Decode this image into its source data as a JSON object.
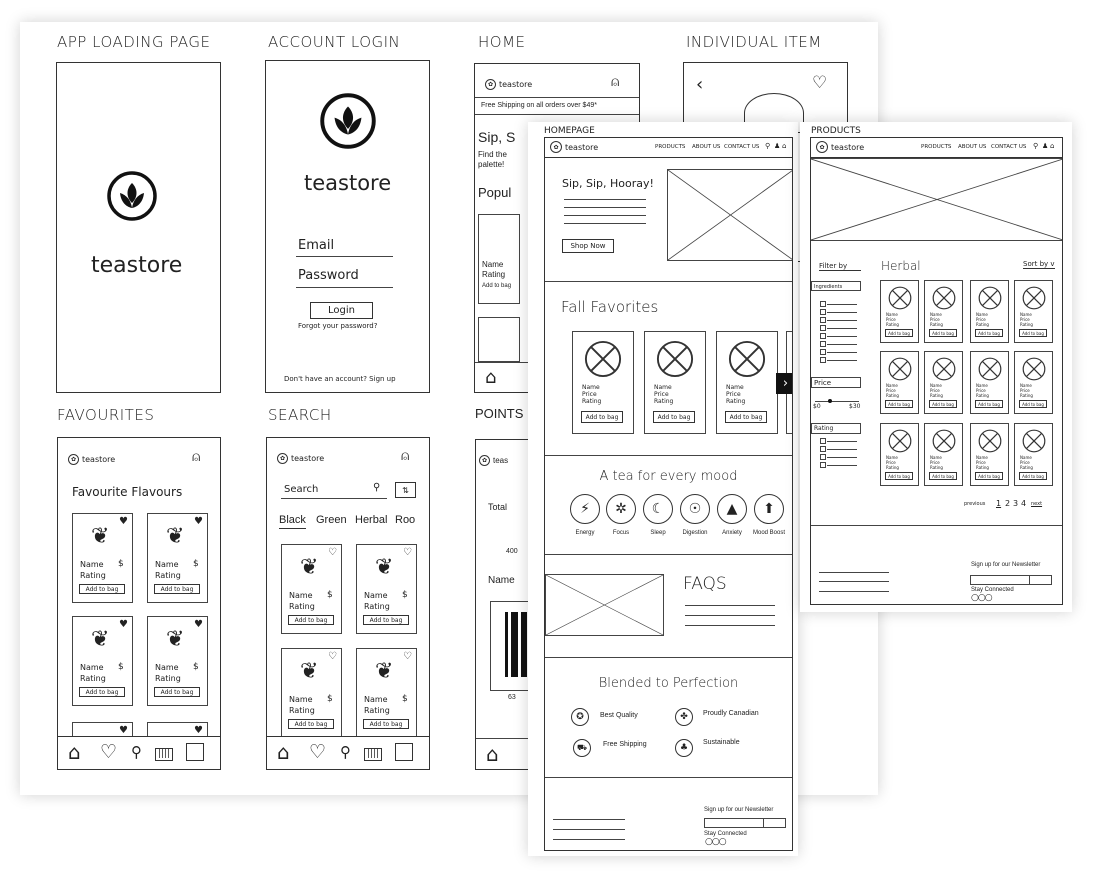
{
  "brand": "teastore",
  "back_sheet": {
    "loading": {
      "title": "APP LOADING PAGE"
    },
    "login": {
      "title": "ACCOUNT LOGIN",
      "email_label": "Email",
      "password_label": "Password",
      "login_button": "Login",
      "forgot": "Forgot your password?",
      "signup": "Don't have an account? Sign up"
    },
    "home": {
      "title": "HOME",
      "banner": "Free Shipping on all orders over $49*",
      "hero": "Sip, S",
      "hero_sub_1": "Find the",
      "hero_sub_2": "palette!",
      "popular": "Popul"
    },
    "item": {
      "title": "INDIVIDUAL ITEM"
    },
    "favourites": {
      "title": "FAVOURITES",
      "heading": "Favourite Flavours"
    },
    "search": {
      "title": "SEARCH",
      "placeholder": "Search",
      "tabs": [
        "Black",
        "Green",
        "Herbal",
        "Roo"
      ]
    },
    "points": {
      "title": "POINTS",
      "total": "Total",
      "value": "400",
      "name": "Name",
      "barcode_number": "63"
    },
    "mobile_card": {
      "name": "Name",
      "price": "$",
      "rating": "Rating",
      "button": "Add to bag"
    }
  },
  "homepage": {
    "label": "HOMEPAGE",
    "nav": [
      "PRODUCTS",
      "ABOUT US",
      "CONTACT US"
    ],
    "hero_title": "Sip, Sip, Hooray!",
    "shop_now": "Shop Now",
    "fall_title": "Fall Favorites",
    "card": {
      "name": "Name",
      "price": "Price",
      "rating": "Rating",
      "button": "Add to bag"
    },
    "mood_title": "A tea for every mood",
    "moods": [
      "Energy",
      "Focus",
      "Sleep",
      "Digestion",
      "Anxiety",
      "Mood Boost"
    ],
    "faq_title": "FAQS",
    "blended_title": "Blended to Perfection",
    "features": [
      "Best Quality",
      "Proudly Canadian",
      "Free Shipping",
      "Sustainable"
    ],
    "newsletter": "Sign up for our Newsletter",
    "stay_connected": "Stay Connected"
  },
  "products": {
    "label": "PRODUCTS",
    "nav": [
      "PRODUCTS",
      "ABOUT US",
      "CONTACT US"
    ],
    "filter_by": "Filter by",
    "category": "Herbal",
    "sort_by": "Sort by v",
    "filters": {
      "ingredients": "Ingredients",
      "price": "Price",
      "price_min": "$0",
      "price_max": "$30",
      "rating": "Rating"
    },
    "card": {
      "name": "Name",
      "price": "Price",
      "rating": "Rating",
      "button": "Add to bag"
    },
    "pagination": {
      "previous": "previous",
      "pages": [
        "1",
        "2",
        "3",
        "4"
      ],
      "next": "next",
      "current": "1"
    },
    "newsletter": "Sign up for our Newsletter",
    "stay_connected": "Stay Connected"
  }
}
